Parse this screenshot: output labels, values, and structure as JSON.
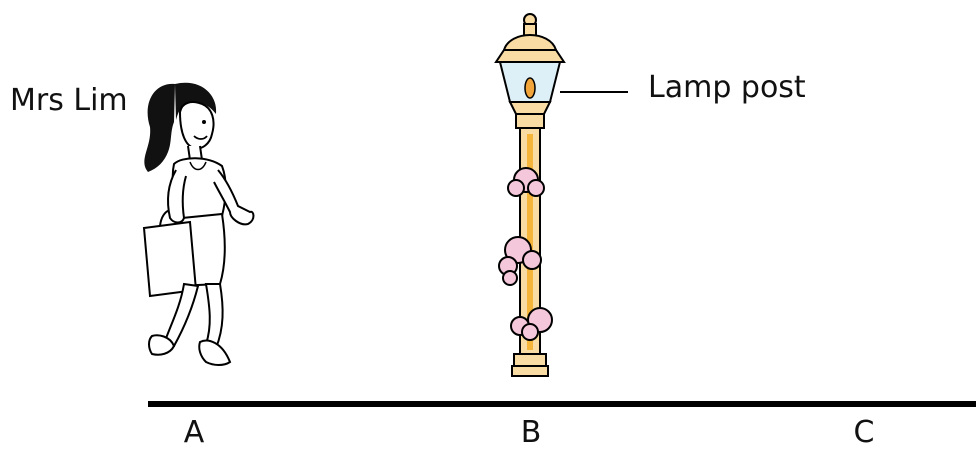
{
  "labels": {
    "person": "Mrs Lim",
    "lamp_post": "Lamp post"
  },
  "points": [
    "A",
    "B",
    "C"
  ],
  "colors": {
    "lamp_top": "#F8DCA3",
    "lamp_glass": "#DDEFF7",
    "flame": "#F2A53A",
    "pole": "#F8DCA3",
    "pole_stripe": "#F5B53B",
    "flowers": "#F4C7DB",
    "line": "#000000"
  },
  "icons": {
    "person": "woman-walking-with-bag",
    "lamp": "decorated-lamp-post"
  }
}
